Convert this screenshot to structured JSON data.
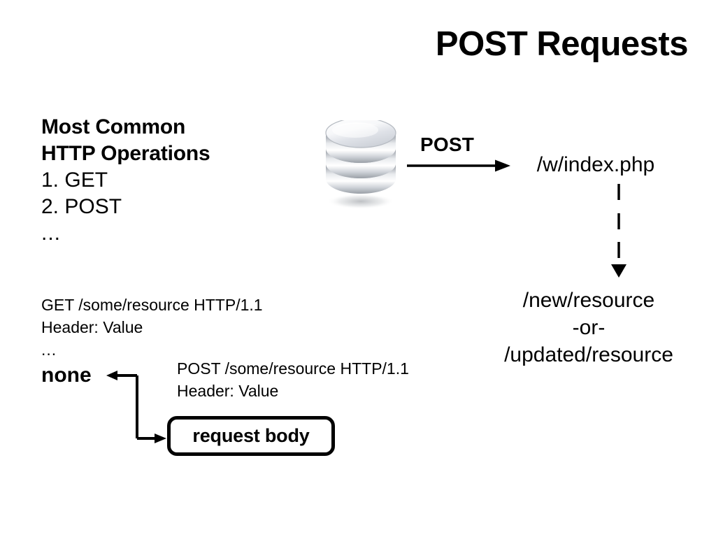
{
  "slide": {
    "title": "POST Requests",
    "background_color": "#ffffff",
    "text_color": "#000000"
  },
  "operations": {
    "heading_line1": "Most Common",
    "heading_line2": "HTTP Operations",
    "items": [
      "1. GET",
      "2. POST"
    ],
    "ellipsis": "..."
  },
  "get_request": {
    "request_line": "GET /some/resource HTTP/1.1",
    "header_line": "Header: Value",
    "ellipsis": "...",
    "body_label": "none"
  },
  "post_request": {
    "request_line": "POST /some/resource HTTP/1.1",
    "header_line": "Header: Value",
    "body_box_label": "request body"
  },
  "server": {
    "icon": "database-cylinder-icon",
    "method_label": "POST",
    "endpoint": "/w/index.php",
    "result_line1": "/new/resource",
    "result_line2": "-or-",
    "result_line3": "/updated/resource"
  },
  "arrows": {
    "post_arrow": "arrow-right-icon",
    "flow_arrow": "arrow-down-dashed-icon",
    "bracket": "bracket-connector-icon"
  }
}
